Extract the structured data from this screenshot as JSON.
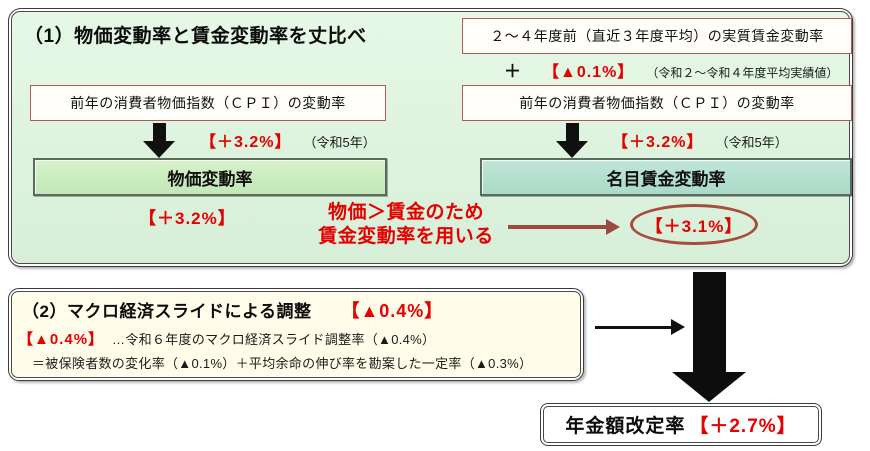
{
  "colors": {
    "panel1_bg": "#def4de",
    "panel2_bg": "#fffde9",
    "price_box_bg": "#c9ecc0",
    "wage_box_bg": "#b0ddcf",
    "red_value": "#e60000",
    "maroon_accent": "#9e4a3f"
  },
  "panel1": {
    "title": "（1）物価変動率と賃金変動率を丈比べ",
    "left": {
      "cpi_box_label": "前年の消費者物価指数（ＣＰＩ）の変動率",
      "cpi_value": "【＋3.2%】",
      "cpi_note": "（令和5年）",
      "result_box_label": "物価変動率",
      "result_value": "【＋3.2%】"
    },
    "right": {
      "real_wage_box_label": "２～４年度前（直近３年度平均）の実質賃金変動率",
      "plus_sign": "＋",
      "real_wage_value": "【▲0.1%】",
      "real_wage_note": "（令和２～令和４年度平均実績値）",
      "cpi_box_label": "前年の消費者物価指数（ＣＰＩ）の変動率",
      "cpi_value": "【＋3.2%】",
      "cpi_note": "（令和5年）",
      "result_box_label": "名目賃金変動率",
      "result_value": "【＋3.1%】"
    },
    "decision": {
      "line1": "物価＞賃金のため",
      "line2": "賃金変動率を用いる"
    }
  },
  "panel2": {
    "title": "（2）マクロ経済スライドによる調整",
    "title_value": "【▲0.4%】",
    "detail_value": "【▲0.4%】",
    "detail_text": "…令和６年度のマクロ経済スライド調整率（▲0.4%）",
    "breakdown_text": "＝被保険者数の変化率（▲0.1%）＋平均余命の伸び率を勘案した一定率（▲0.3%）"
  },
  "result": {
    "label": "年金額改定率",
    "value": "【＋2.7%】"
  }
}
